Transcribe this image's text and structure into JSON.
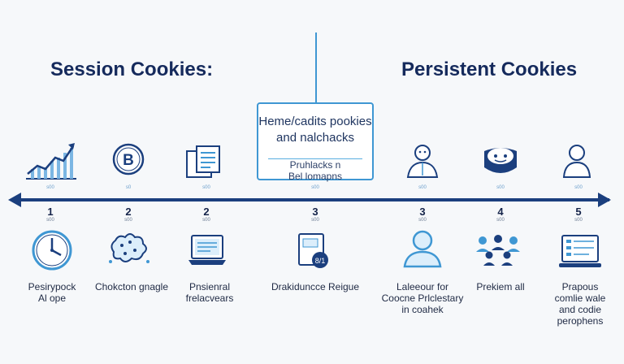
{
  "headings": {
    "left": "Session Cookies:",
    "right": "Persistent Cookies"
  },
  "center_box": {
    "line1": "Heme/cadits pookies",
    "line2": "and nalchacks",
    "line3": "Pruhlacks n",
    "line4": "Bel lomapns"
  },
  "top_icons": [
    {
      "name": "growth-chart-icon",
      "tick": "s00"
    },
    {
      "name": "bitcoin-coin-icon",
      "tick": "s0"
    },
    {
      "name": "folder-document-icon",
      "tick": "s00"
    },
    {
      "name": "person-bust-icon",
      "tick": "s00"
    },
    {
      "name": "mask-face-icon",
      "tick": "s00"
    },
    {
      "name": "user-profile-icon",
      "tick": "s00"
    }
  ],
  "center_tick": "s00",
  "timeline_numbers": [
    {
      "num": "1",
      "sub": "s00"
    },
    {
      "num": "2",
      "sub": "s00"
    },
    {
      "num": "2",
      "sub": "s00"
    },
    {
      "num": "3",
      "sub": "s00"
    },
    {
      "num": "3",
      "sub": "s00"
    },
    {
      "num": "4",
      "sub": "s00"
    },
    {
      "num": "5",
      "sub": "s00"
    }
  ],
  "bottom_items": [
    {
      "icon": "clock-icon",
      "lines": [
        "Pesirypock",
        "Al ope"
      ]
    },
    {
      "icon": "cookie-crumbs-icon",
      "lines": [
        "Chokcton gnagle"
      ]
    },
    {
      "icon": "laptop-icon",
      "lines": [
        "Pnsienral",
        "frelacvears"
      ]
    },
    {
      "icon": "secure-document-icon",
      "lines": [
        "Drakiduncce Reigue"
      ]
    },
    {
      "icon": "user-circle-icon",
      "lines": [
        "Laleeour for",
        "Coocne Prlclestary",
        "in coahek"
      ]
    },
    {
      "icon": "user-group-icon",
      "lines": [
        "Prekiem all"
      ]
    },
    {
      "icon": "monitor-list-icon",
      "lines": [
        "Prapous",
        "comlie wale",
        "and codie",
        "perophens"
      ]
    }
  ]
}
